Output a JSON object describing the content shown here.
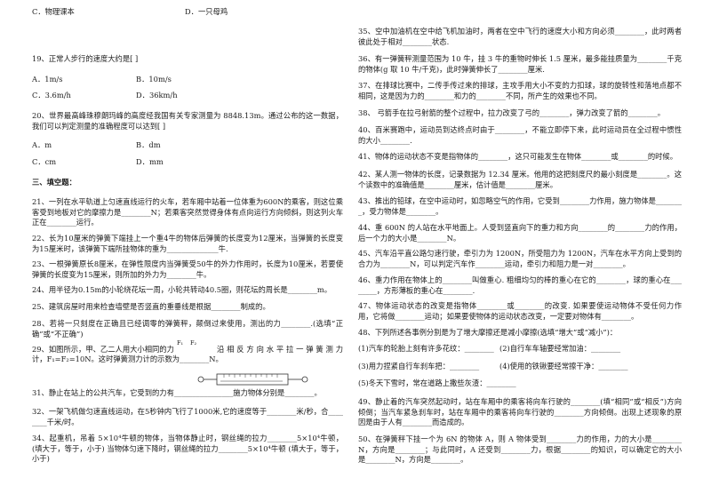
{
  "q18": {
    "c": "C．物理课本",
    "d": "D．一只母鸡"
  },
  "q19": {
    "stem": "19、正常人步行的速度大约是[      ]",
    "a": "A．1m/s",
    "b": "B．10m/s",
    "c": "C．3.6m/h",
    "d": "D．36km/h"
  },
  "q20": {
    "stem": "20、世界最高峰珠穆朗玛峰的高度经我国有关专家测量为 8848.13m。通过公布的这一数据，我们可以判定测量的准确程度可以达到[      ]",
    "a": "A．m",
    "b": "B．dm",
    "c": "C．cm",
    "d": "D．mm"
  },
  "section": "三、填空题：",
  "q21": "21、一列在水平轨道上匀速直线运行的火车，若车厢中站着一位体重为600N的乘客，则这位乘客受到地板对它的摩擦力是________N；若乘客突然觉得身体有点向运行方向倾斜，则这列火车正在________运行。",
  "q22": "22、长为10厘米的弹簧下端挂上一个重4牛的物体后弹簧的长度变为12厘米，当弹簧的长度变为15厘米时，该弹簧下端所挂物体的重为______________牛.",
  "q23": "23、一根弹簧原长8厘米，在弹性限度内当弹簧受50牛的外力作用时，长度为10厘米，若要使弹簧的长度变为15厘米，则所加的外力为________牛。",
  "q24": "24、用半径为0.15m的小轮绕花坛一周，小轮共转动40.5圈，则花坛的周长是________m。",
  "q25": "25、建筑房屋时用来检查墙壁是否竖直的重垂线是根据________制成的。",
  "q28": "28、若将一只刻度在正确且已经调零的弹簧秤，颠倒过来使用，测出的力________.(选填“正确”或“不正确”)",
  "q29": {
    "part1": "29、如图所示，甲、乙二人用大小相同的力",
    "label1": "F₁",
    "label2": "F₂",
    "part2": "沿相反方向水平拉一弹簧测力",
    "part3": "计，F₁=F₂=10N。这时弹簧测力计的示数为________N。"
  },
  "q31": "31、静止在站上的公共汽车，它受到的力有________________施力物体分别是________。",
  "q32": "32、一架飞机做匀速直线运动，在5秒钟内飞行了1000米,它的速度等于________米/秒，合________千米/时。",
  "q34": "34、起重机，吊着 5×10⁴牛顿的物体，当物体静止时，钢丝绳的拉力________5×10⁴牛顿，(填大于，等于，小于) 当物体匀速下降时，钢丝绳的拉力________5×10⁴牛顿 (填大于，等于，小于)",
  "q35": "35、空中加油机在空中给飞机加油时，两者在空中飞行的速度大小和方向必须________，此时两者彼此处于相对________状态.",
  "q36": "36、有一弹簧秤测量范围为 10 牛，挂 3 牛的重物时伸长 1.5 厘米，最多能挂质量为________千克的物体(g 取 10 牛/千克)，此时弹簧伸长了________厘米.",
  "q37": "37、在排球比赛中，二传手传过来的排球，主攻手用大小不变的力扣球，球的旋转性和落地点都不相同，这是因为力的________和力的________不同，所产生的效果也不同。",
  "q38": "38、 弓箭手在拉弓射箭的整个过程中，拉力改变了弓的________，弹力改变了箭的________。",
  "q40": "40、百米赛跑中，运动员到达终点时由于________，不能立即停下来，此时运动员在全过程中惯性的大小________.",
  "q41": "41、物体的运动状态不变是指物体的________，这只可能发生在物体________或________的时候。",
  "q42": "42、某人测一物体的长度，记录数据为 12.34 厘米。他用的这把刻度尺的最小刻度是________。这个读数中的准确值是________厘米，估计值是________厘米。",
  "q43": "43、推出的铅球，在空中运动时，如忽略空气的作用，它受到________力作用，施力物体是________，受力物体是________。",
  "q44": "44、重 600N 的人站在水平地面上。人受到竖直向下的重力和方向________的________力的作用，后一个力的大小是________N。",
  "q45": "45、汽车沿平直公路匀速行驶，牵引力为 1200N，所受阻力为 1200N，汽车在水平方向上受到的合力为________N，可以判定汽车作________运动，牵引力和阻力是一对________。",
  "q46": "46、重力作用在物体上的________叫做重心. 粗细均匀的棒的重心在它的________，球的重心在________，方形薄板的重心在________.",
  "q47": "47、物体运动状态的改变是指物体________或________的改变. 如果要使运动物体不受任何力作用，它将做________运动；如果要使物体的运动状态改变，一定要对物体有________。",
  "q48": {
    "stem": "48、下列所述各事例分别是为了增大摩擦还是减小摩擦(选填“增大”或“减小”)：",
    "items": [
      "(1)汽车的轮胎上刻有许多花纹：________",
      "(2)自行车车轴要经常加油：________",
      "(3)用力捏紧自行车刹车把：________",
      "(4)使用的铁锹要经常擦干净：________",
      "(5)冬天下雪时，常在道路上撒些灰渣：________"
    ]
  },
  "q49": "49、静止着的汽车突然起动时，站在车厢中的乘客将向车行驶的________(填“相同”或“相反”)方向倾倒；当汽车紧急刹车时，站在车厢中的乘客将向车行驶的________方向倾倒。出现上述现象的原因是由于人有________而造成的。",
  "q50": "50、在弹簧秤下挂一个为 6N 的物体 A，则 A 物体受到________力的作用，力的大小是________N，方向是________；与此同时，A 还受到________力，根据________的知识，可以确定它的大小是________N，方向是________。"
}
